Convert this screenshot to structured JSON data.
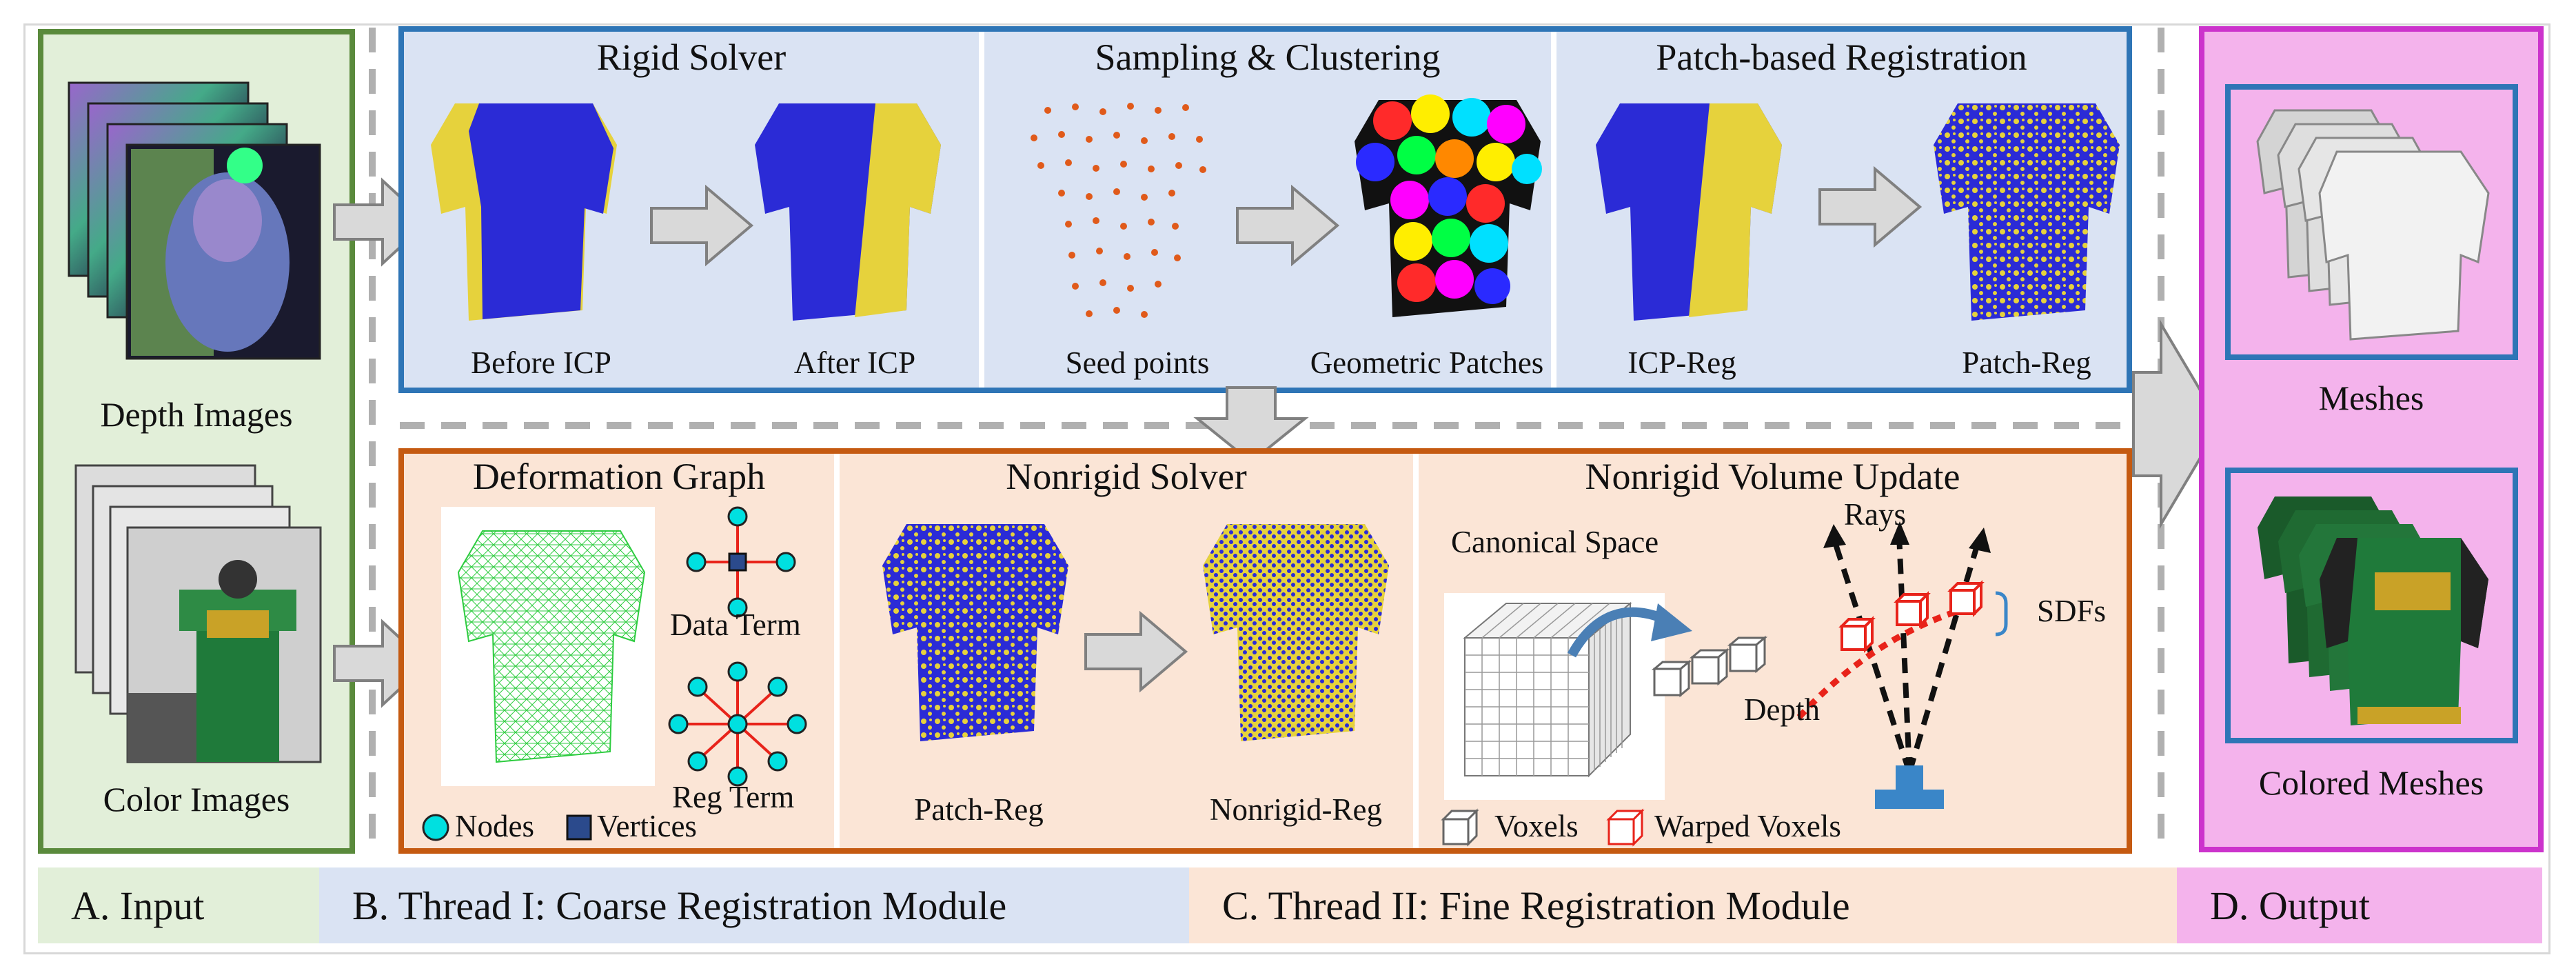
{
  "input": {
    "depth_label": "Depth Images",
    "color_label": "Color Images"
  },
  "thread1": {
    "rigid": {
      "title": "Rigid Solver",
      "before": "Before ICP",
      "after": "After ICP"
    },
    "sampling": {
      "title": "Sampling & Clustering",
      "seeds": "Seed points",
      "patches": "Geometric Patches"
    },
    "patchreg": {
      "title": "Patch-based Registration",
      "icp": "ICP-Reg",
      "patch": "Patch-Reg"
    }
  },
  "thread2": {
    "graph": {
      "title": "Deformation Graph",
      "data_term": "Data Term",
      "reg_term": "Reg Term",
      "nodes": "Nodes",
      "vertices": "Vertices"
    },
    "nonrigid": {
      "title": "Nonrigid Solver",
      "patch": "Patch-Reg",
      "nonrigid": "Nonrigid-Reg"
    },
    "volume": {
      "title": "Nonrigid Volume Update",
      "canonical": "Canonical Space",
      "rays": "Rays",
      "sdfs": "SDFs",
      "depth": "Depth",
      "voxels": "Voxels",
      "warped": "Warped Voxels"
    }
  },
  "output": {
    "meshes": "Meshes",
    "colored": "Colored Meshes"
  },
  "footer": {
    "a": "A. Input",
    "b": "B. Thread I: Coarse Registration Module",
    "c": "C. Thread II: Fine Registration Module",
    "d": "D. Output"
  },
  "colors": {
    "input_border": "#5a8a3c",
    "input_fill": "#e2efd9",
    "blue_border": "#2e75b6",
    "blue_fill": "#dae3f3",
    "orange_border": "#c55a11",
    "orange_fill": "#fbe5d6",
    "pink_border": "#cc33cc",
    "pink_fill": "#f4b3ec",
    "mesh_blue": "#2b2bd6",
    "mesh_yellow": "#e6d23c"
  }
}
